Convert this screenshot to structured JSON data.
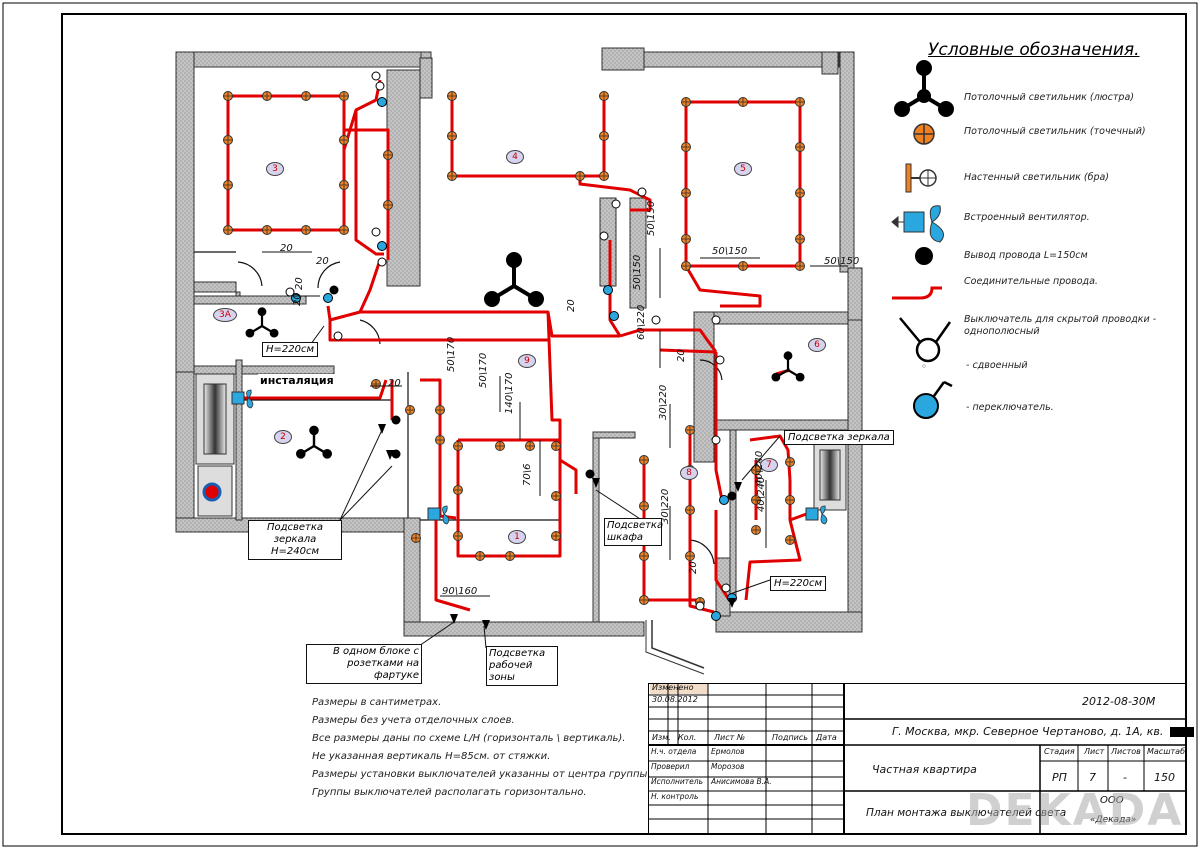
{
  "legend": {
    "title": "Условные обозначения.",
    "items": [
      {
        "icon": "chandelier-icon",
        "label": "Потолочный светильник (люстра)"
      },
      {
        "icon": "spotlight-icon",
        "label": "Потолочный светильник (точечный)"
      },
      {
        "icon": "wall-lamp-icon",
        "label": "Настенный светильник (бра)"
      },
      {
        "icon": "fan-icon",
        "label": "Встроенный вентилятор."
      },
      {
        "icon": "wire-outlet-icon",
        "label": "Вывод провода L=150см"
      },
      {
        "icon": "wire-icon",
        "label": "Соединительные провода."
      },
      {
        "icon": "switch-single-icon",
        "label": "Выключатель для скрытой проводки -",
        "label2": "однополюсный"
      },
      {
        "icon": "switch-double-icon",
        "label": "- сдвоенный"
      },
      {
        "icon": "switch-toggle-icon",
        "label": "- переключатель."
      }
    ]
  },
  "rooms": [
    "1",
    "2",
    "3",
    "3А",
    "4",
    "5",
    "6",
    "7",
    "8",
    "9"
  ],
  "plan_labels": {
    "installation": "инсталяция",
    "h220_a": "H=220см",
    "h220_b": "H=220см",
    "mirror_light_1": "Подсветка зеркала",
    "mirror_light_1b": "H=240см",
    "mirror_light_2": "Подсветка зеркала",
    "wardrobe_1": "Подсветка",
    "wardrobe_2": "шкафа",
    "apron_1": "В одном блоке с",
    "apron_2": "розетками на фартуке",
    "work_1": "Подсветка",
    "work_2": "рабочей зоны"
  },
  "dimensions": [
    "20",
    "20",
    "20",
    "20",
    "20",
    "20",
    "50\\150",
    "50\\150",
    "50\\150",
    "50\\150",
    "60\\220",
    "20",
    "50\\170",
    "50\\170",
    "140\\170",
    "70\\6",
    "30\\220",
    "30\\220",
    "40\\240",
    "40\\240",
    "20",
    "90\\160"
  ],
  "notes": [
    "Размеры в сантиметрах.",
    "Размеры без учета отделочных слоев.",
    "Все размеры даны по схеме L/H (горизонталь \\ вертикаль).",
    "Не указанная вертикаль H=85см. от стяжки.",
    "Размеры установки выключателей указанны от центра группы.",
    "Группы выключателей располагать горизонтально."
  ],
  "title_block": {
    "changed_label": "Изменено",
    "changed_date": "30.08.2012",
    "code": "2012-08-30М",
    "address": "Г. Москва, мкр. Северное Чертаново, д. 1А, кв.",
    "col_headers": [
      "Изм.",
      "Кол.",
      "Лист №",
      "Подпись",
      "Дата"
    ],
    "people": [
      {
        "role": "Н.ч. отдела",
        "name": "Ермолов"
      },
      {
        "role": "Проверил",
        "name": "Морозов"
      },
      {
        "role": "Исполнитель",
        "name": "Анисимова В.А."
      },
      {
        "role": "Н. контроль",
        "name": ""
      }
    ],
    "object": "Частная квартира",
    "sheet_title": "План монтажа выключателей света",
    "stage_label": "Стадия",
    "sheet_label": "Лист",
    "sheets_label": "Листов",
    "scale_label": "Масштаб",
    "stage": "РП",
    "sheet": "7",
    "sheets": "-",
    "scale": "150",
    "company_1": "ООО",
    "company_2": "«Декада»",
    "watermark": "DEKADA"
  },
  "colors": {
    "wall": "#bcbcbc",
    "wire": "#e00000",
    "spot": "#f08020",
    "blue": "#2aa7df",
    "frame": "#000000",
    "changed_fill": "#f3dcc8"
  }
}
